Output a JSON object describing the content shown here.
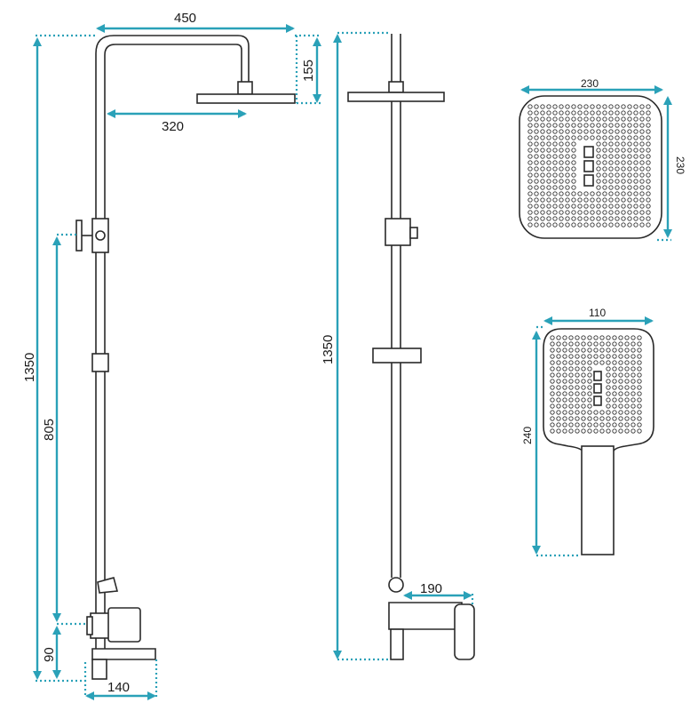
{
  "colors": {
    "dimension": "#2aa1b8",
    "outline": "#2a2a2a",
    "background": "#ffffff"
  },
  "front_view": {
    "width_arm": "450",
    "head_drop": "155",
    "arm_reach": "320",
    "total_height": "1350",
    "bracket_height": "805",
    "spout_height": "90",
    "mixer_width": "140"
  },
  "side_view": {
    "total_height": "1350",
    "spout_reach": "190"
  },
  "overhead_head": {
    "width": "230",
    "depth": "230"
  },
  "hand_shower": {
    "width": "110",
    "length": "240"
  }
}
